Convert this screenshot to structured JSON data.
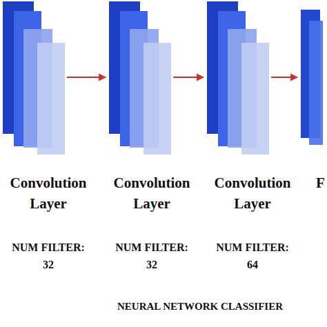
{
  "diagram": {
    "caption": "NEURAL NETWORK CLASSIFIER",
    "nodes": [
      {
        "text": [
          "Convolution Layer",
          "NUM FILTER: 32"
        ]
      },
      {
        "text": [
          "Convolution Layer",
          "NUM FILTER: 32"
        ]
      },
      {
        "text": [
          "Convolution Layer",
          "NUM FILTER: 64"
        ]
      },
      {
        "text": [
          "F"
        ]
      }
    ],
    "edges": [
      {
        "from": 0,
        "to": 1,
        "arrow": "to"
      },
      {
        "from": 1,
        "to": 2,
        "arrow": "to"
      },
      {
        "from": 2,
        "to": 3,
        "arrow": "to"
      }
    ]
  }
}
